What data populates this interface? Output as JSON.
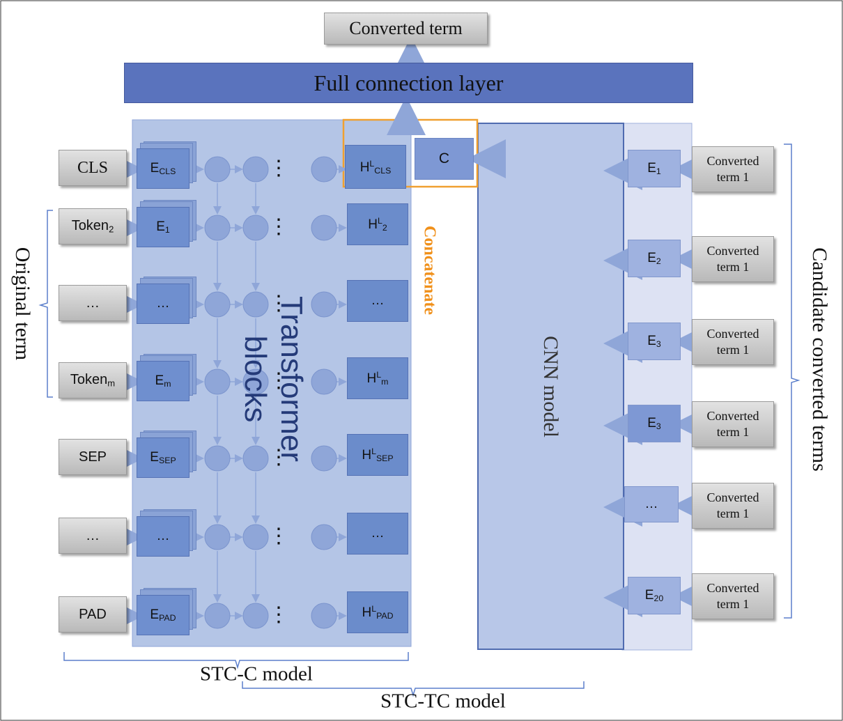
{
  "output_box": "Converted term",
  "fc_layer": "Full connection layer",
  "transformer_label": "Transformer blocks",
  "cnn_label": "CNN model",
  "concatenate_label": "Concatenate",
  "c_box": "C",
  "original_term_label": "Original term",
  "candidate_label": "Candidate converted terms",
  "stc_c_label": "STC-C model",
  "stc_tc_label": "STC-TC model",
  "inputs": [
    {
      "label": "CLS",
      "emb_base": "E",
      "emb_sub": "CLS",
      "h_base": "H",
      "h_sup": "L",
      "h_sub": "CLS"
    },
    {
      "label": "Token",
      "label_sub": "2",
      "emb_base": "E",
      "emb_sub": "1",
      "h_base": "H",
      "h_sup": "L",
      "h_sub": "2"
    },
    {
      "label": "…",
      "emb_base": "…",
      "h_base": "…"
    },
    {
      "label": "Token",
      "label_sub": "m",
      "emb_base": "E",
      "emb_sub": "m",
      "h_base": "H",
      "h_sup": "L",
      "h_sub": "m"
    },
    {
      "label": "SEP",
      "emb_base": "E",
      "emb_sub": "SEP",
      "h_base": "H",
      "h_sup": "L",
      "h_sub": "SEP"
    },
    {
      "label": "…",
      "emb_base": "…",
      "h_base": "…"
    },
    {
      "label": "PAD",
      "emb_base": "E",
      "emb_sub": "PAD",
      "h_base": "H",
      "h_sup": "L",
      "h_sub": "PAD"
    }
  ],
  "row_ellipsis": "⋮",
  "candidates": [
    {
      "line1": "Converted",
      "line2": "term 1",
      "emb_base": "E",
      "emb_sub": "1"
    },
    {
      "line1": "Converted",
      "line2": "term 1",
      "emb_base": "E",
      "emb_sub": "2"
    },
    {
      "line1": "Converted",
      "line2": "term 1",
      "emb_base": "E",
      "emb_sub": "3"
    },
    {
      "line1": "Converted",
      "line2": "term 1",
      "emb_base": "E",
      "emb_sub": "3"
    },
    {
      "line1": "Converted",
      "line2": "term 1",
      "emb_base": "…"
    },
    {
      "line1": "Converted",
      "line2": "term 1",
      "emb_base": "E",
      "emb_sub": "20"
    }
  ]
}
